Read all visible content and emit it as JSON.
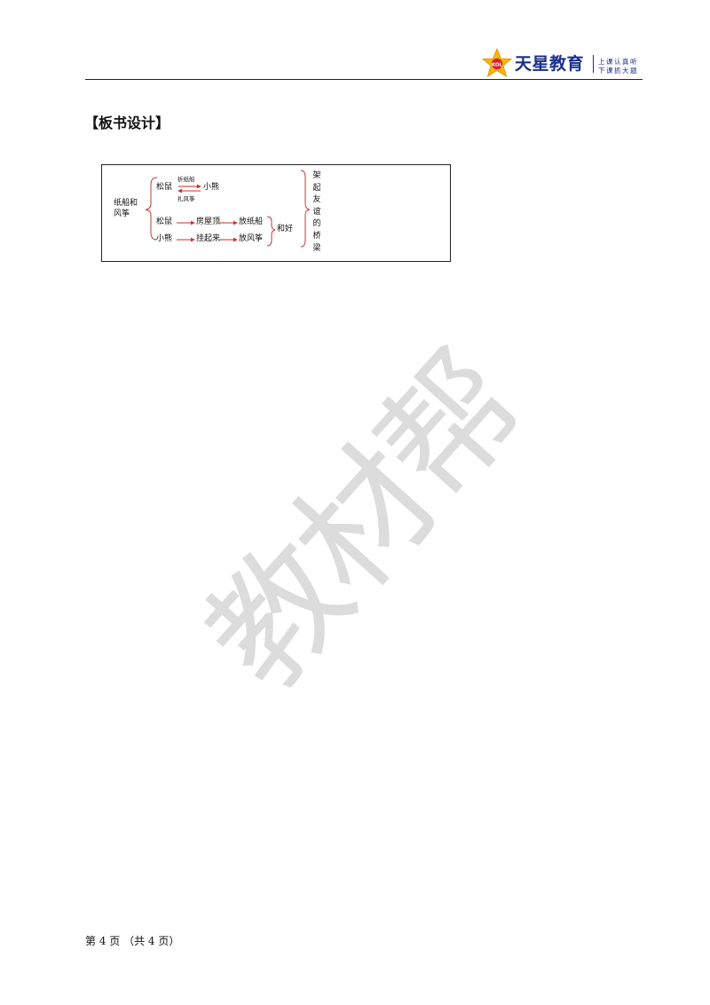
{
  "header": {
    "logo_name": "天星教育",
    "slogan_line1": "上课认真听",
    "slogan_line2": "下课抓大题",
    "star_mark": "KOL",
    "brand_colors": {
      "blue": "#1a2f8a",
      "star": "#f5b800",
      "badge": "#d8202b"
    }
  },
  "section_title": "【板书设计】",
  "board": {
    "left_topic": "纸船和风筝",
    "row1": {
      "subject": "松鼠",
      "arrow_top_label": "折纸船",
      "arrow_bottom_label": "扎风筝",
      "object": "小熊"
    },
    "row2": {
      "subject": "松鼠",
      "step1": "房屋顶",
      "step2": "放纸船"
    },
    "row3": {
      "subject": "小熊",
      "step1": "挂起来",
      "step2": "放风筝"
    },
    "result": "和好",
    "conclusion_chars": [
      "架",
      "起",
      "友",
      "谊",
      "的",
      "桥",
      "梁"
    ],
    "arrow_color": "#d62a2a",
    "brace_color": "#c23a3a"
  },
  "watermark": "教材帮",
  "footer": {
    "page_label": "第 4 页 （共 4 页）"
  }
}
